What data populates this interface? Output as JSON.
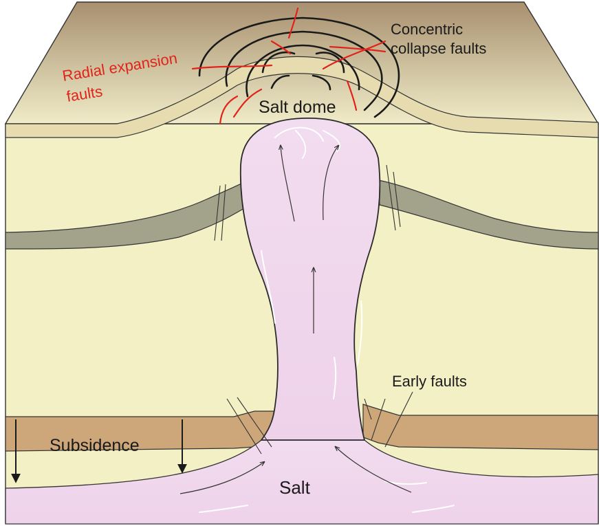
{
  "labels": {
    "concentric_line1": "Concentric",
    "concentric_line2": "collapse faults",
    "radial_line1": "Radial expansion",
    "radial_line2": "faults",
    "salt_dome": "Salt dome",
    "early_faults": "Early faults",
    "subsidence": "Subsidence",
    "salt": "Salt"
  },
  "colors": {
    "surface_top": "#b09a7c",
    "surface_bottom": "#f3efd0",
    "sediment": "#f2f0c4",
    "sediment_light": "#f5f3cf",
    "grey_layer": "#a3a38c",
    "brown_layer": "#cda67a",
    "salt": "#f0d6ec",
    "salt_edge": "#2a2a2a",
    "radial_fault": "#e2231a",
    "concentric_fault": "#1a1a1a"
  }
}
